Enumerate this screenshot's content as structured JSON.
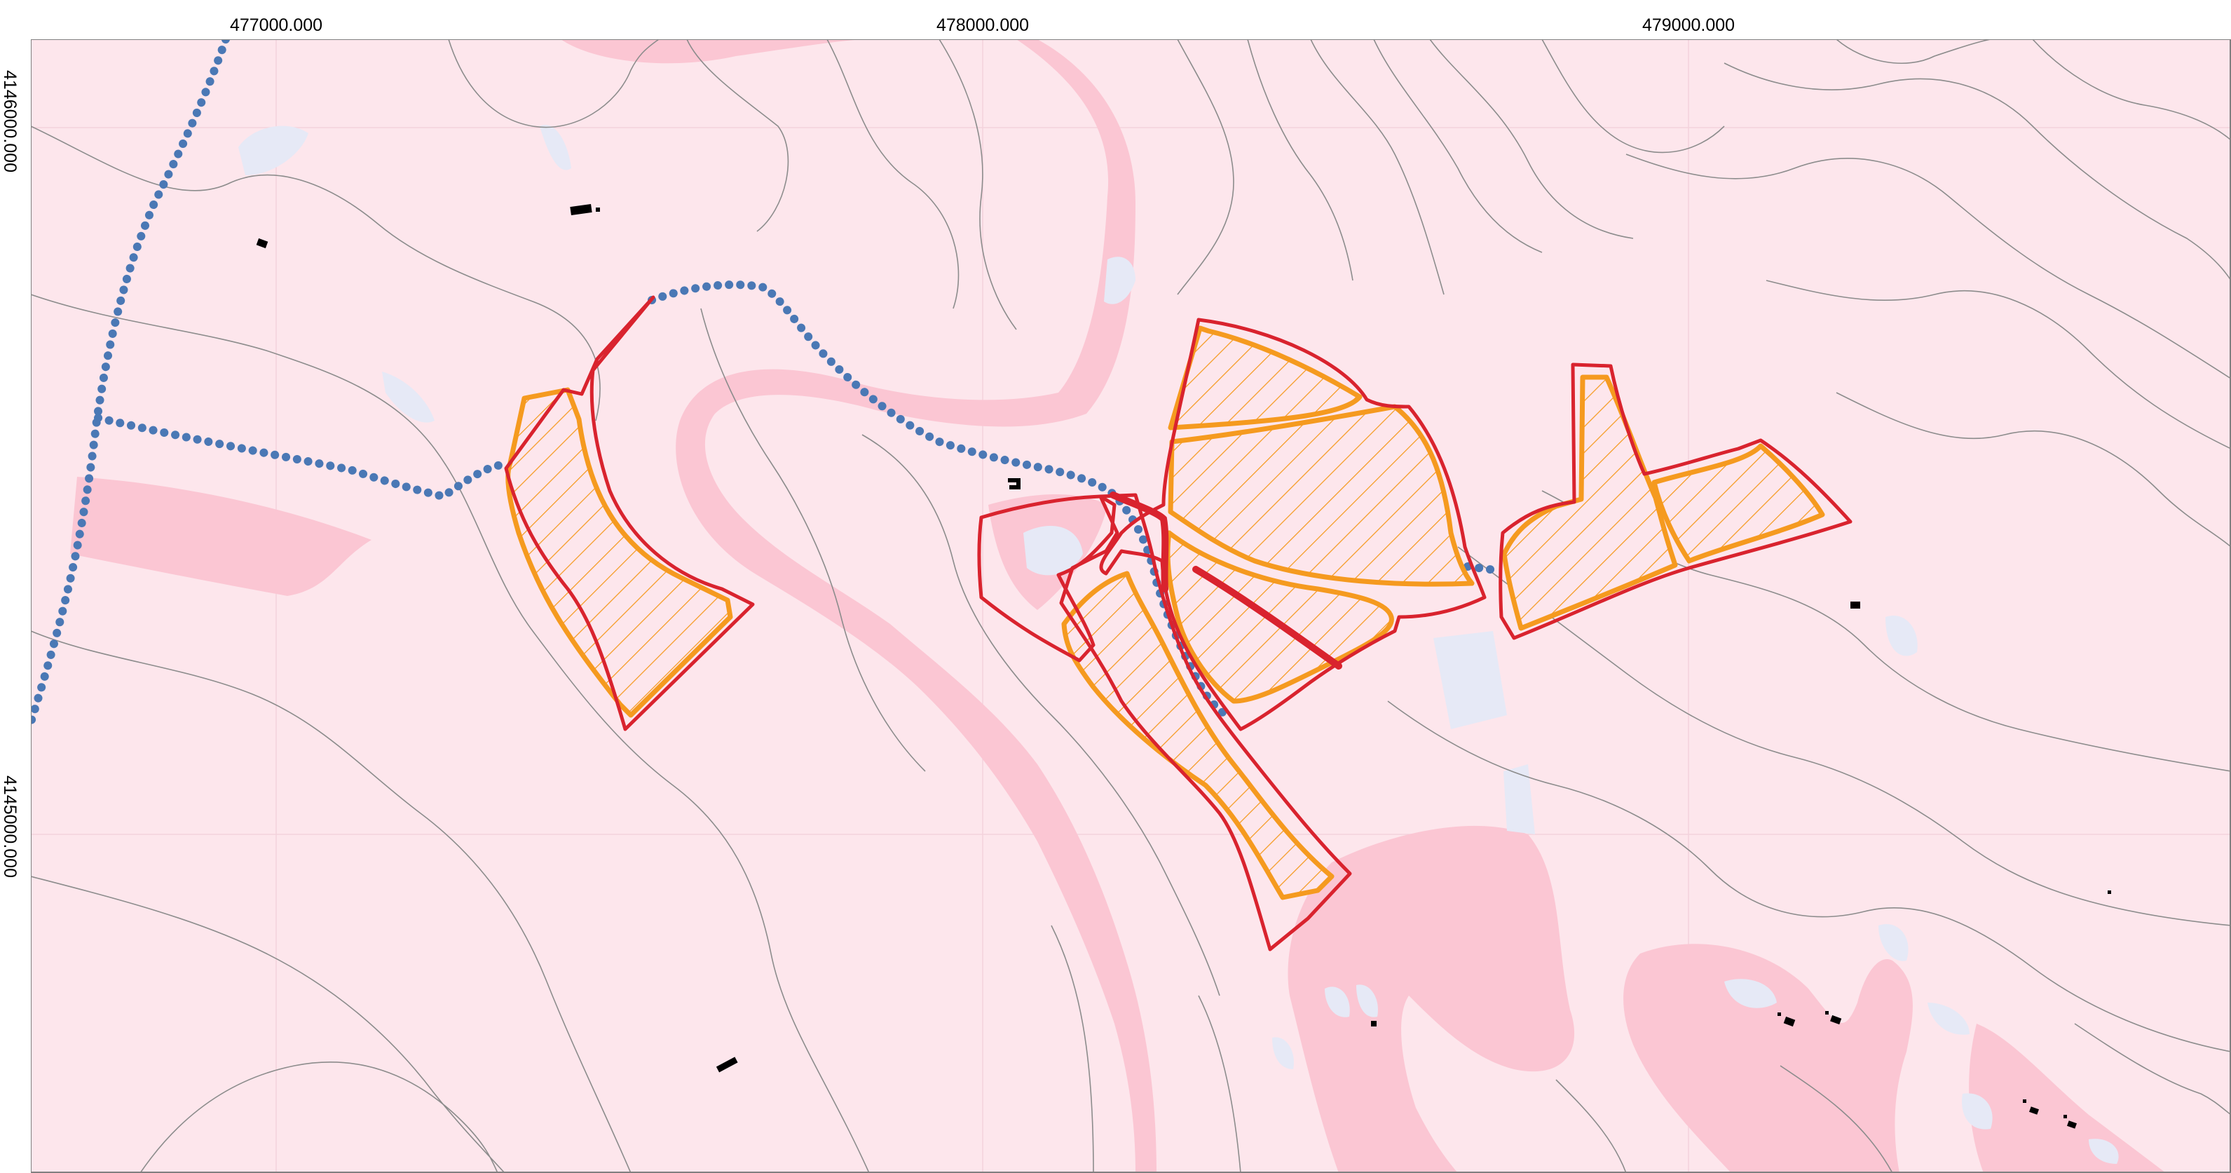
{
  "map": {
    "x_ticks": [
      "477000.000",
      "478000.000",
      "479000.000"
    ],
    "y_ticks": [
      "4146000.000",
      "4145000.000"
    ],
    "colors": {
      "background": "#fde6ec",
      "zone_pink": "#fbc6d3",
      "water_body": "#e6e9f6",
      "contour": "#8c8c8c",
      "parcel_outline": "#d9232e",
      "hatched_area": "#f59a1f",
      "hatch_fill": "#f8c07a",
      "dotted_line": "#4a78b5",
      "building": "#000000",
      "frame": "#808080"
    },
    "icons": [
      "hatched-parcel",
      "dotted-route",
      "building-marker",
      "water-body"
    ]
  }
}
